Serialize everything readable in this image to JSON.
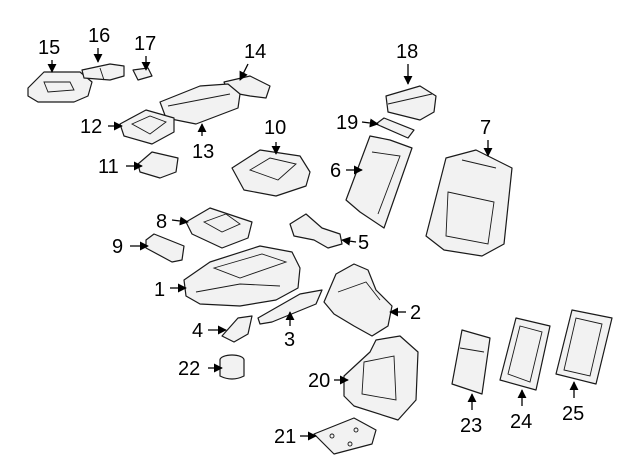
{
  "callouts": {
    "c1": "1",
    "c2": "2",
    "c3": "3",
    "c4": "4",
    "c5": "5",
    "c6": "6",
    "c7": "7",
    "c8": "8",
    "c9": "9",
    "c10": "10",
    "c11": "11",
    "c12": "12",
    "c13": "13",
    "c14": "14",
    "c15": "15",
    "c16": "16",
    "c17": "17",
    "c18": "18",
    "c19": "19",
    "c20": "20",
    "c21": "21",
    "c22": "22",
    "c23": "23",
    "c24": "24",
    "c25": "25"
  },
  "colors": {
    "line": "#1a1a1a",
    "fill": "#f2f2f2",
    "background": "#ffffff"
  }
}
